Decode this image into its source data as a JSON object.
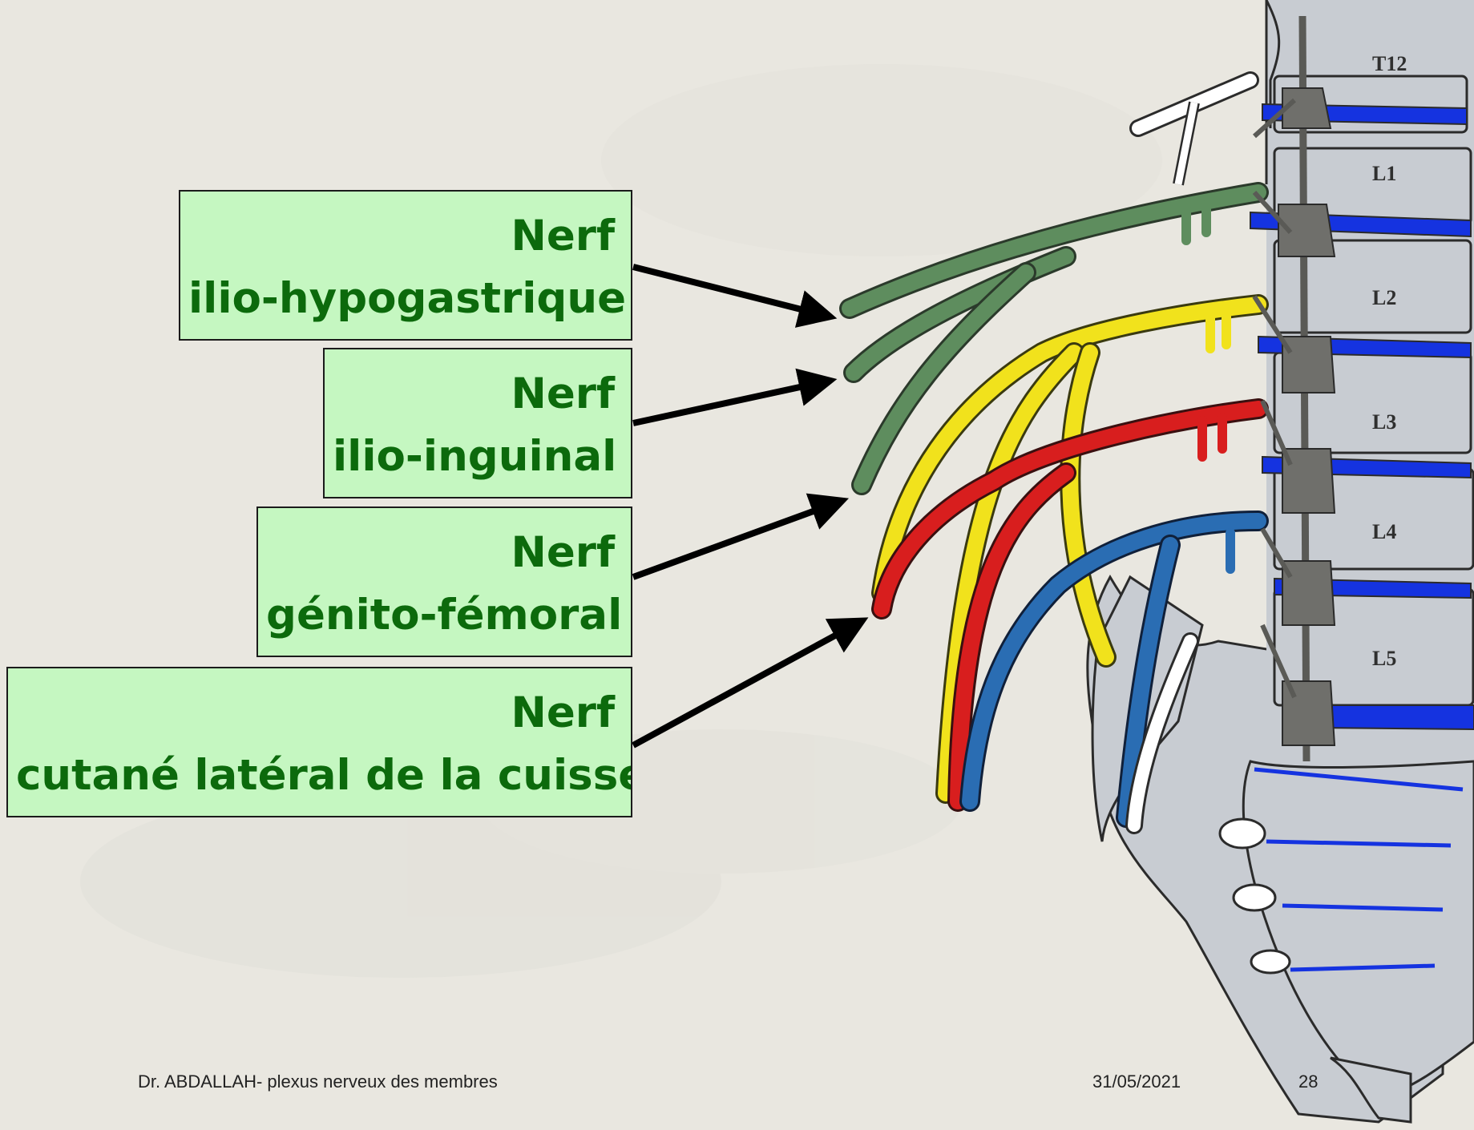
{
  "slide": {
    "footer_left": "Dr. ABDALLAH- plexus nerveux des membres",
    "footer_date": "31/05/2021",
    "page_number": "28"
  },
  "labels": [
    {
      "line1": "Nerf",
      "line2": "ilio-hypogastrique"
    },
    {
      "line1": "Nerf",
      "line2": "ilio-inguinal"
    },
    {
      "line1": "Nerf",
      "line2": "génito-fémoral"
    },
    {
      "line1": "Nerf",
      "line2": "cutané latéral de la cuisse"
    }
  ],
  "vertebrae": [
    "T12",
    "L1",
    "L2",
    "L3",
    "L4",
    "L5"
  ],
  "colors": {
    "background": "#e9e7e0",
    "label_fill": "#c5f7c1",
    "label_text": "#0c6a0c",
    "nerve_ilio_hypogastric": "#5e8d5e",
    "nerve_genitofemoral_yellow": "#f1e21c",
    "nerve_red": "#d81e1e",
    "nerve_blue": "#2a6db3",
    "bone": "#c8ccd2",
    "disc": "#1533e0",
    "sympathetic_chain": "#6f6f6b"
  }
}
